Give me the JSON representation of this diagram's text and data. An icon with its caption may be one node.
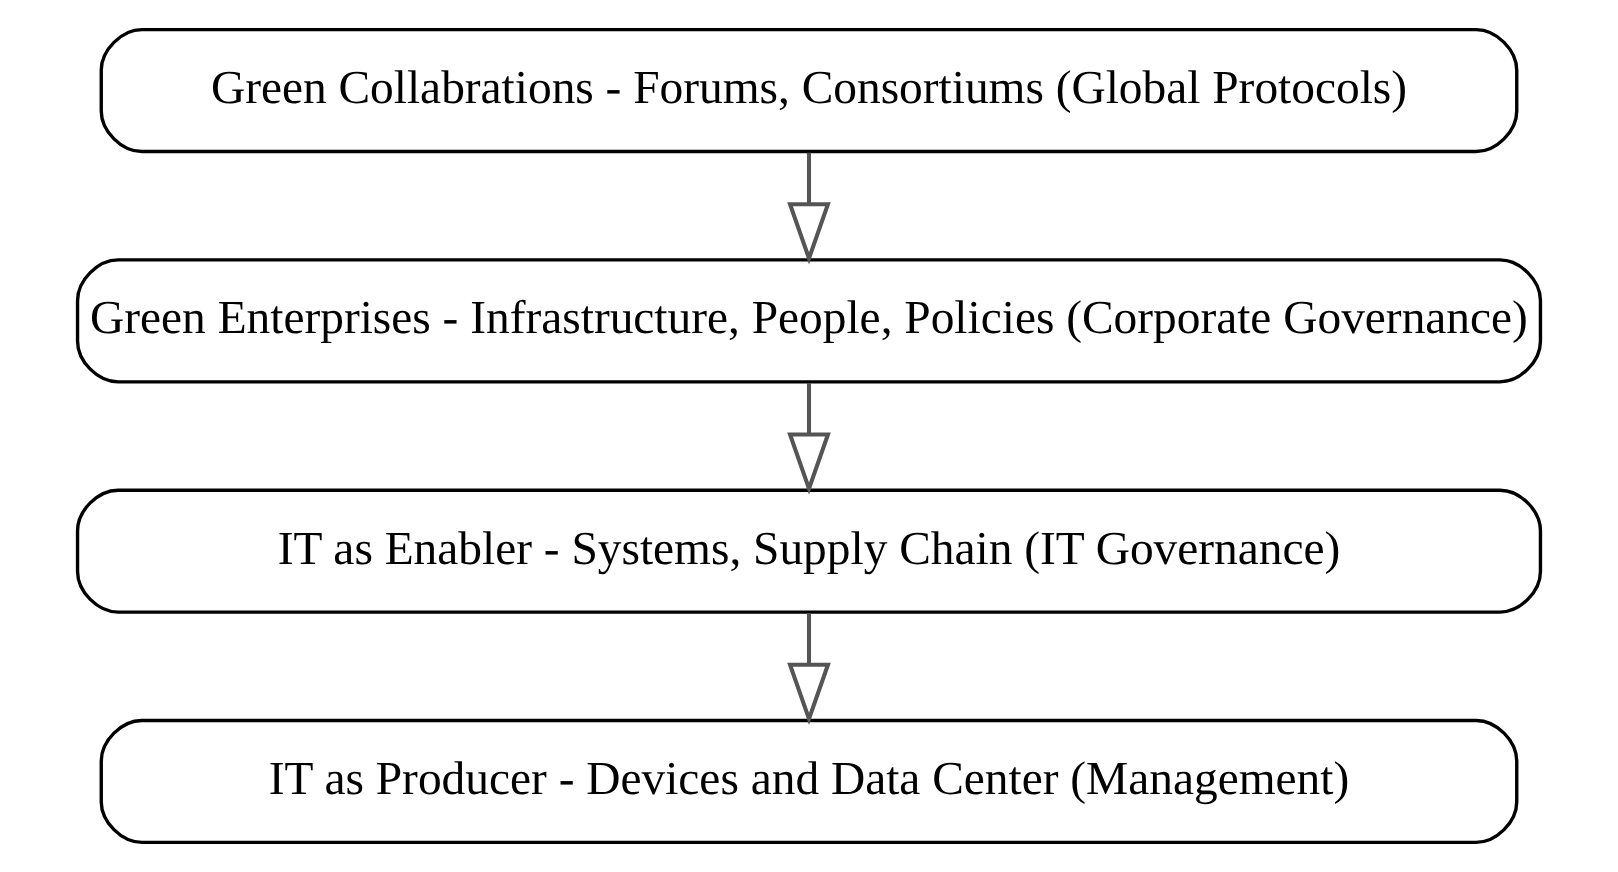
{
  "diagram": {
    "nodes": [
      {
        "text": [
          "Green Collabrations - Forums, Consortiums (Global Protocols)"
        ]
      },
      {
        "text": [
          "Green Enterprises - Infrastructure, People, Policies (Corporate Governance)"
        ]
      },
      {
        "text": [
          "IT as Enabler - Systems, Supply Chain (IT Governance)"
        ]
      },
      {
        "text": [
          "IT as Producer - Devices and Data Center (Management)"
        ]
      }
    ],
    "edges": [
      {
        "from": 0,
        "to": 1,
        "arrow": "to"
      },
      {
        "from": 1,
        "to": 2,
        "arrow": "to"
      },
      {
        "from": 2,
        "to": 3,
        "arrow": "to"
      }
    ]
  }
}
